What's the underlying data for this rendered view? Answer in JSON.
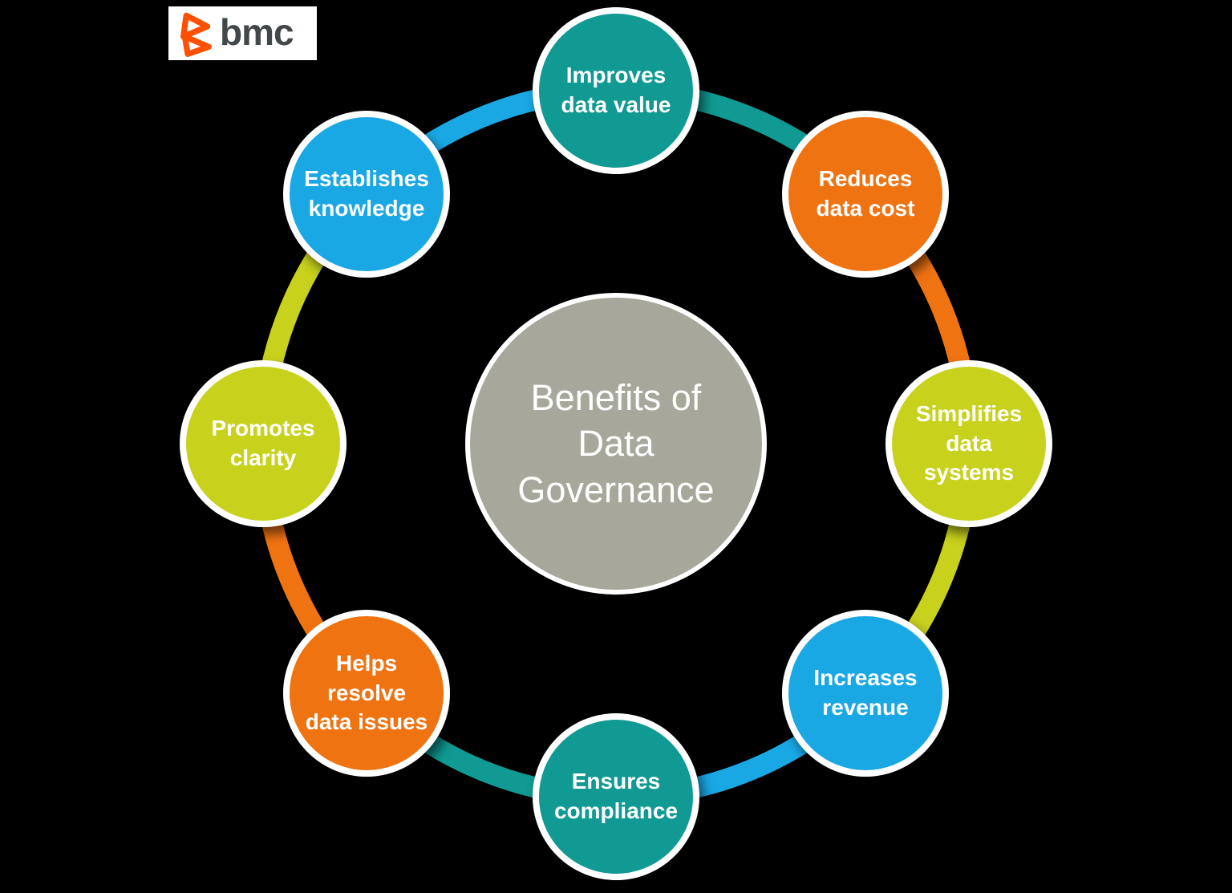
{
  "logo": {
    "brand": "bmc",
    "icon": "bmc-chevrons-icon",
    "icon_color": "#FE5000",
    "text_color": "#424749",
    "background": "#ffffff"
  },
  "background_color": "#000000",
  "center": {
    "label": "Benefits of\nData\nGovernance",
    "color": "#A7A89B",
    "text_color": "#FFFFFF"
  },
  "nodes": [
    {
      "label": "Improves\ndata value",
      "color": "#109A93",
      "position": "top"
    },
    {
      "label": "Reduces\ndata cost",
      "color": "#F07312",
      "position": "top-right"
    },
    {
      "label": "Simplifies\ndata\nsystems",
      "color": "#C8D11C",
      "position": "right"
    },
    {
      "label": "Increases\nrevenue",
      "color": "#1AA8E5",
      "position": "bottom-right"
    },
    {
      "label": "Ensures\ncompliance",
      "color": "#109A93",
      "position": "bottom"
    },
    {
      "label": "Helps\nresolve\ndata issues",
      "color": "#F07312",
      "position": "bottom-left"
    },
    {
      "label": "Promotes\nclarity",
      "color": "#C8D11C",
      "position": "left"
    },
    {
      "label": "Establishes\nknowledge",
      "color": "#1AA8E5",
      "position": "top-left"
    }
  ],
  "ring": {
    "segments": [
      {
        "from": "Improves data value",
        "to": "Reduces data cost",
        "color": "#109A93"
      },
      {
        "from": "Reduces data cost",
        "to": "Simplifies data systems",
        "color": "#F07312"
      },
      {
        "from": "Simplifies data systems",
        "to": "Increases revenue",
        "color": "#C8D11C"
      },
      {
        "from": "Increases revenue",
        "to": "Ensures compliance",
        "color": "#1AA8E5"
      },
      {
        "from": "Ensures compliance",
        "to": "Helps resolve data issues",
        "color": "#109A93"
      },
      {
        "from": "Helps resolve data issues",
        "to": "Promotes clarity",
        "color": "#F07312"
      },
      {
        "from": "Promotes clarity",
        "to": "Establishes knowledge",
        "color": "#C8D11C"
      },
      {
        "from": "Establishes knowledge",
        "to": "Improves data value",
        "color": "#1AA8E5"
      }
    ]
  }
}
